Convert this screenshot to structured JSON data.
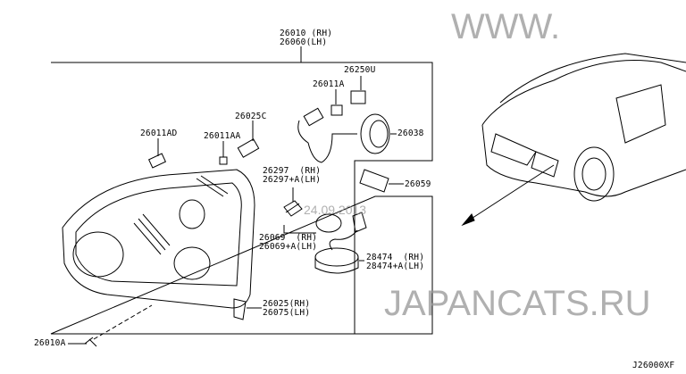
{
  "diagram": {
    "code": "J26000XF",
    "labels": {
      "headlamp_rh": "26010 (RH)",
      "headlamp_lh": "26060(LH)",
      "p26250U": "26250U",
      "p26011A": "26011A",
      "p26025C": "26025C",
      "p26011AA": "26011AA",
      "p26011AD": "26011AD",
      "p26038": "26038",
      "p26059": "26059",
      "p26297_rh": "26297  (RH)",
      "p26297_lh": "26297+A(LH)",
      "p26069_rh": "26069  (RH)",
      "p26069_lh": "26069+A(LH)",
      "p28474_rh": "28474  (RH)",
      "p28474_lh": "28474+A(LH)",
      "p26025_rh": "26025(RH)",
      "p26075_lh": "26075(LH)",
      "p26010A": "26010A"
    }
  },
  "watermark": {
    "www": "WWW.",
    "site": "JAPANCATS.RU",
    "date": "24.09.2013"
  }
}
